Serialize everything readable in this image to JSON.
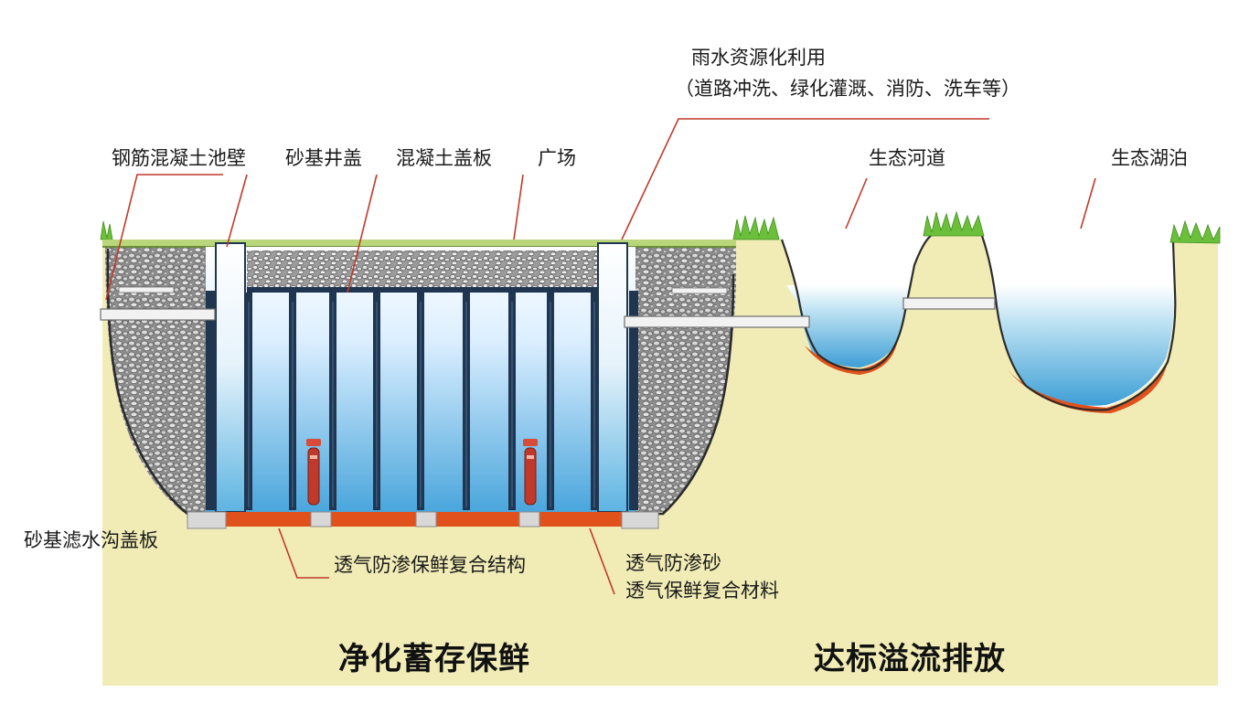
{
  "labels": {
    "rain_use_line1": "雨水资源化利用",
    "rain_use_line2": "（道路冲洗、绿化灌溉、消防、洗车等）",
    "rc_wall": "钢筋混凝土池壁",
    "sand_cover": "砂基井盖",
    "concrete_slab": "混凝土盖板",
    "plaza": "广场",
    "eco_river": "生态河道",
    "eco_lake": "生态湖泊",
    "filter_ditch": "砂基滤水沟盖板",
    "composite_structure": "透气防渗保鲜复合结构",
    "sand_line1": "透气防渗砂",
    "sand_line2": "透气保鲜复合材料"
  },
  "section_titles": {
    "left": "净化蓄存保鲜",
    "right": "达标溢流排放"
  },
  "colors": {
    "soil": "#f1ecb6",
    "water": "#5eb3e0",
    "gravel": "#9a9a9a",
    "frame": "#1f3550",
    "liner": "#e0511c",
    "grass": "#6cbf3a",
    "leader": "#c0392b"
  }
}
